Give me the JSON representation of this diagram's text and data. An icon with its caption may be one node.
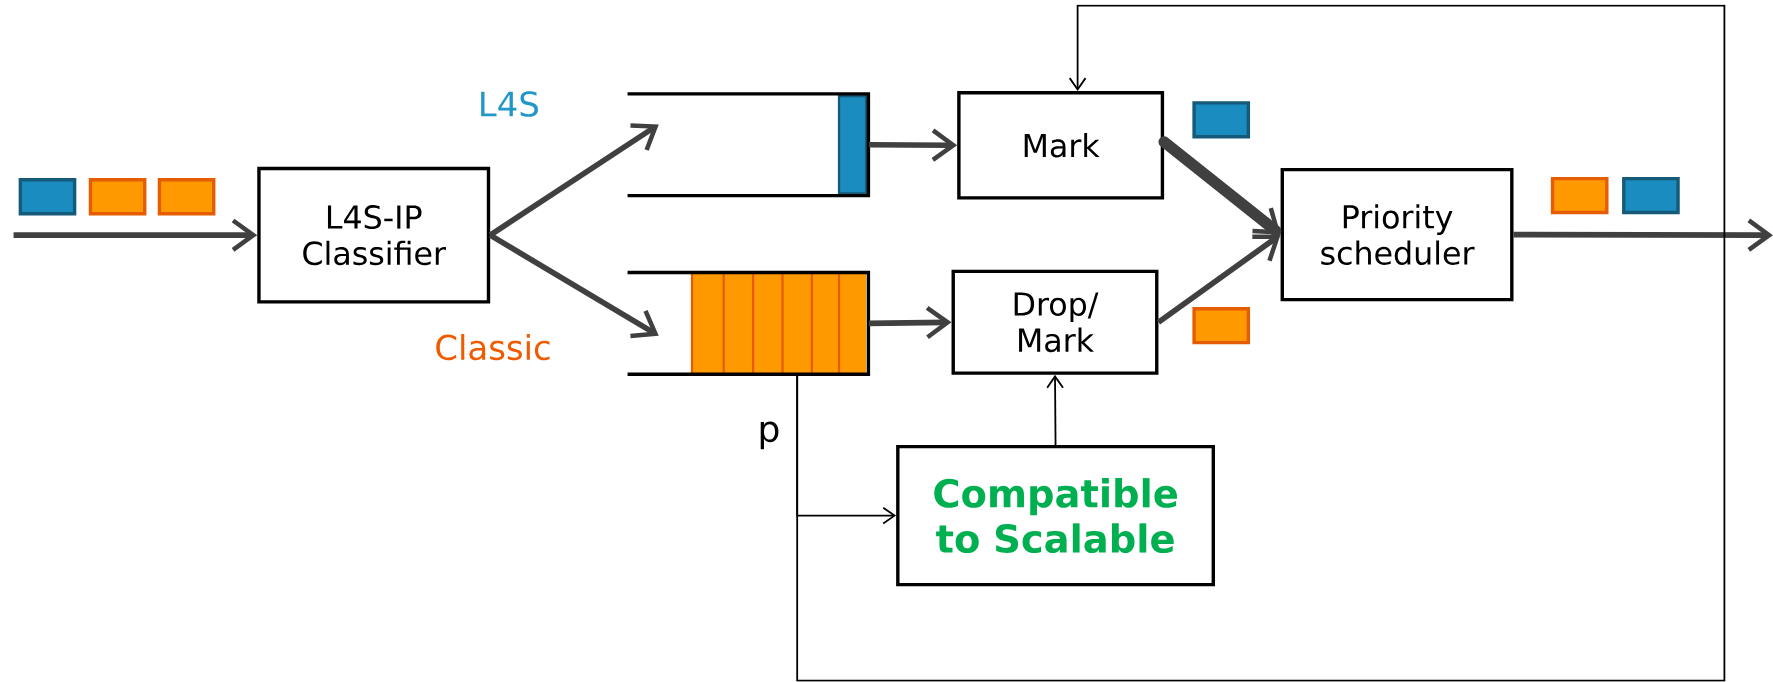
{
  "diagram": {
    "nodes": [
      {
        "text": [
          "L4S-IP Classifier"
        ]
      },
      {
        "text": [],
        "shape": "queue"
      },
      {
        "text": [],
        "shape": "queue"
      },
      {
        "text": [
          "Mark"
        ]
      },
      {
        "text": [
          "Drop/ Mark"
        ]
      },
      {
        "text": [
          "Priority scheduler"
        ]
      },
      {
        "text": [
          "Compatible to Scalable"
        ]
      }
    ],
    "edges": [
      {
        "from": null,
        "to": 0,
        "arrow": "to"
      },
      {
        "from": 0,
        "to": 1,
        "arrow": "to"
      },
      {
        "from": 0,
        "to": 2,
        "arrow": "to"
      },
      {
        "from": 1,
        "to": 3,
        "arrow": "to"
      },
      {
        "from": 2,
        "to": 4,
        "arrow": "to"
      },
      {
        "from": 3,
        "to": 5,
        "arrow": "to",
        "style": "thick"
      },
      {
        "from": 4,
        "to": 5,
        "arrow": "to"
      },
      {
        "from": 5,
        "to": null,
        "arrow": "to"
      },
      {
        "from": 6,
        "to": 4,
        "arrow": "to",
        "color": "#000000"
      },
      {
        "from": 2,
        "to": 6,
        "arrow": "to",
        "color": "#000000",
        "label": "p"
      },
      {
        "from": 2,
        "to": 3,
        "arrow": "to",
        "color": "#000000"
      }
    ],
    "labels": [
      "L4S",
      "Classic"
    ]
  }
}
